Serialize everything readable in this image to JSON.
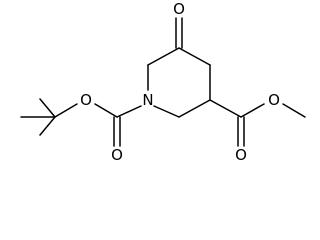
{
  "molecule": {
    "atom_labels": {
      "ketone_oxygen": "O",
      "ring_nitrogen": "N",
      "carbamate_carbonyl_oxygen": "O",
      "carbamate_ester_oxygen": "O",
      "ester_carbonyl_oxygen": "O",
      "ester_alkoxy_oxygen": "O"
    }
  }
}
